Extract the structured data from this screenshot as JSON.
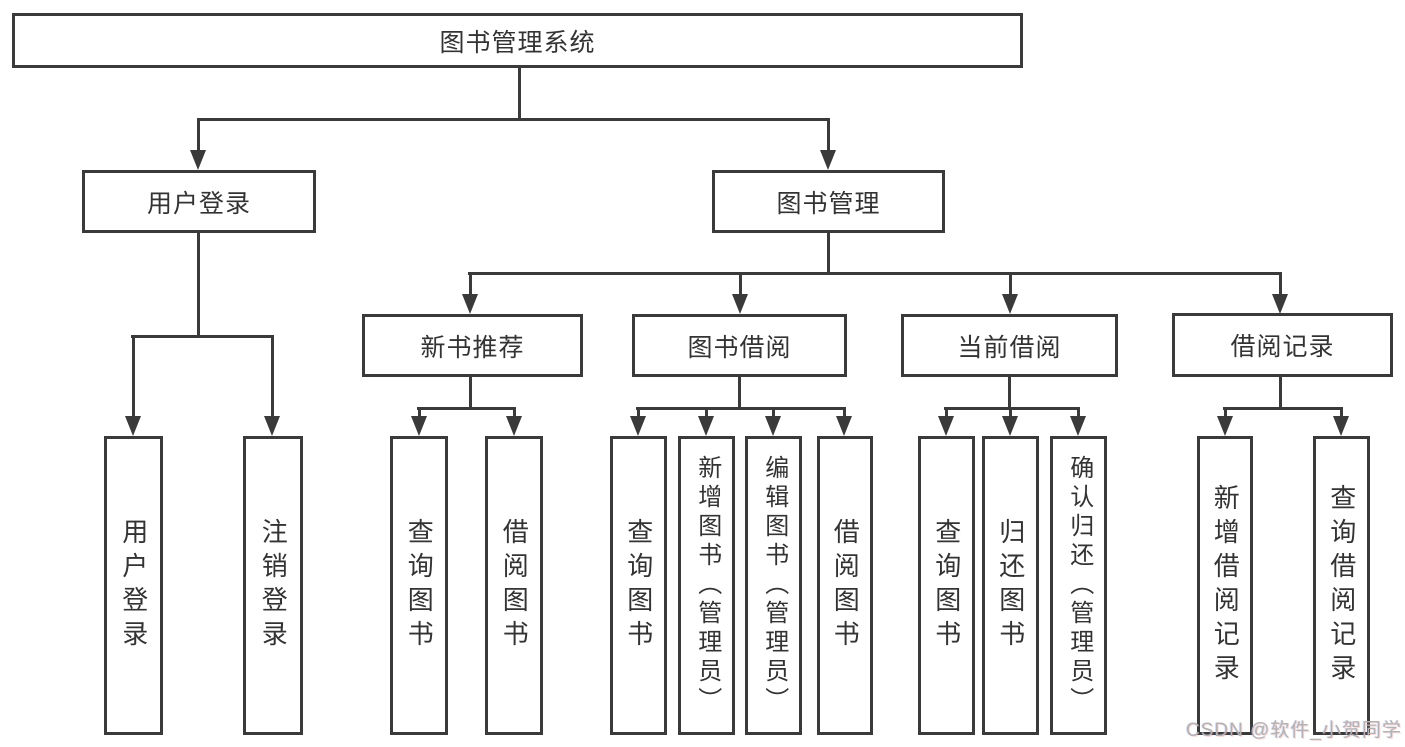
{
  "diagram": {
    "title": "图书管理系统",
    "level2": [
      {
        "label": "用户登录"
      },
      {
        "label": "图书管理"
      }
    ],
    "level3": [
      {
        "label": "新书推荐"
      },
      {
        "label": "图书借阅"
      },
      {
        "label": "当前借阅"
      },
      {
        "label": "借阅记录"
      }
    ],
    "leaves": {
      "user_login": [
        "用户登录",
        "注销登录"
      ],
      "new_book": [
        "查询图书",
        "借阅图书"
      ],
      "book_borrow": [
        "查询图书",
        "新增图书（管理员）",
        "编辑图书（管理员）",
        "借阅图书"
      ],
      "current_borrow": [
        "查询图书",
        "归还图书",
        "确认归还（管理员）"
      ],
      "borrow_record": [
        "新增借阅记录",
        "查询借阅记录"
      ]
    }
  },
  "watermark": "CSDN @软件_小贺同学",
  "colors": {
    "line": "#3a3a3a",
    "text": "#333333",
    "background": "#ffffff",
    "watermark": "#b3b3b3"
  }
}
